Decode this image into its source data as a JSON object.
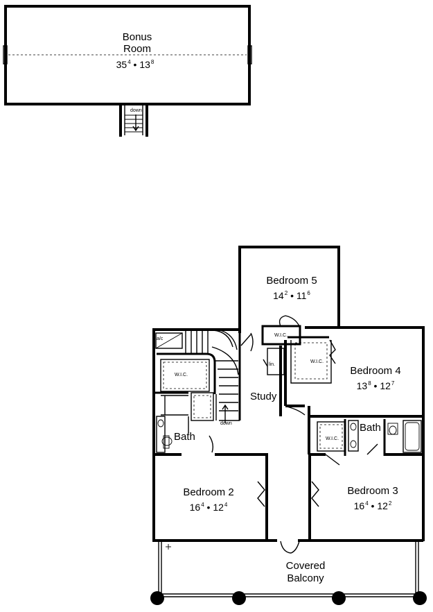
{
  "bonus_room": {
    "name_line1": "Bonus",
    "name_line2": "Room",
    "dim_a": "35",
    "dim_a_sup": "4",
    "sep": "•",
    "dim_b": "13",
    "dim_b_sup": "8",
    "stair_label": "down"
  },
  "rooms": {
    "bedroom5": {
      "name": "Bedroom 5",
      "dim_a": "14",
      "dim_a_sup": "2",
      "dim_b": "11",
      "dim_b_sup": "6"
    },
    "bedroom4": {
      "name": "Bedroom 4",
      "dim_a": "13",
      "dim_a_sup": "8",
      "dim_b": "12",
      "dim_b_sup": "7"
    },
    "bedroom2": {
      "name": "Bedroom 2",
      "dim_a": "16",
      "dim_a_sup": "4",
      "dim_b": "12",
      "dim_b_sup": "4"
    },
    "bedroom3": {
      "name": "Bedroom 3",
      "dim_a": "16",
      "dim_a_sup": "4",
      "dim_b": "12",
      "dim_b_sup": "2"
    },
    "study": {
      "name": "Study"
    },
    "bath_left": {
      "name": "Bath"
    },
    "bath_right": {
      "name": "Bath"
    },
    "balcony": {
      "line1": "Covered",
      "line2": "Balcony"
    }
  },
  "small_labels": {
    "wic_left": "W.I.C.",
    "wic_b5": "W.I.C.",
    "wic_b4": "W.I.C.",
    "wic_b3": "W.I.C.",
    "linen": "lin.",
    "ac": "a/c",
    "stair_down": "down"
  },
  "separator": "•"
}
